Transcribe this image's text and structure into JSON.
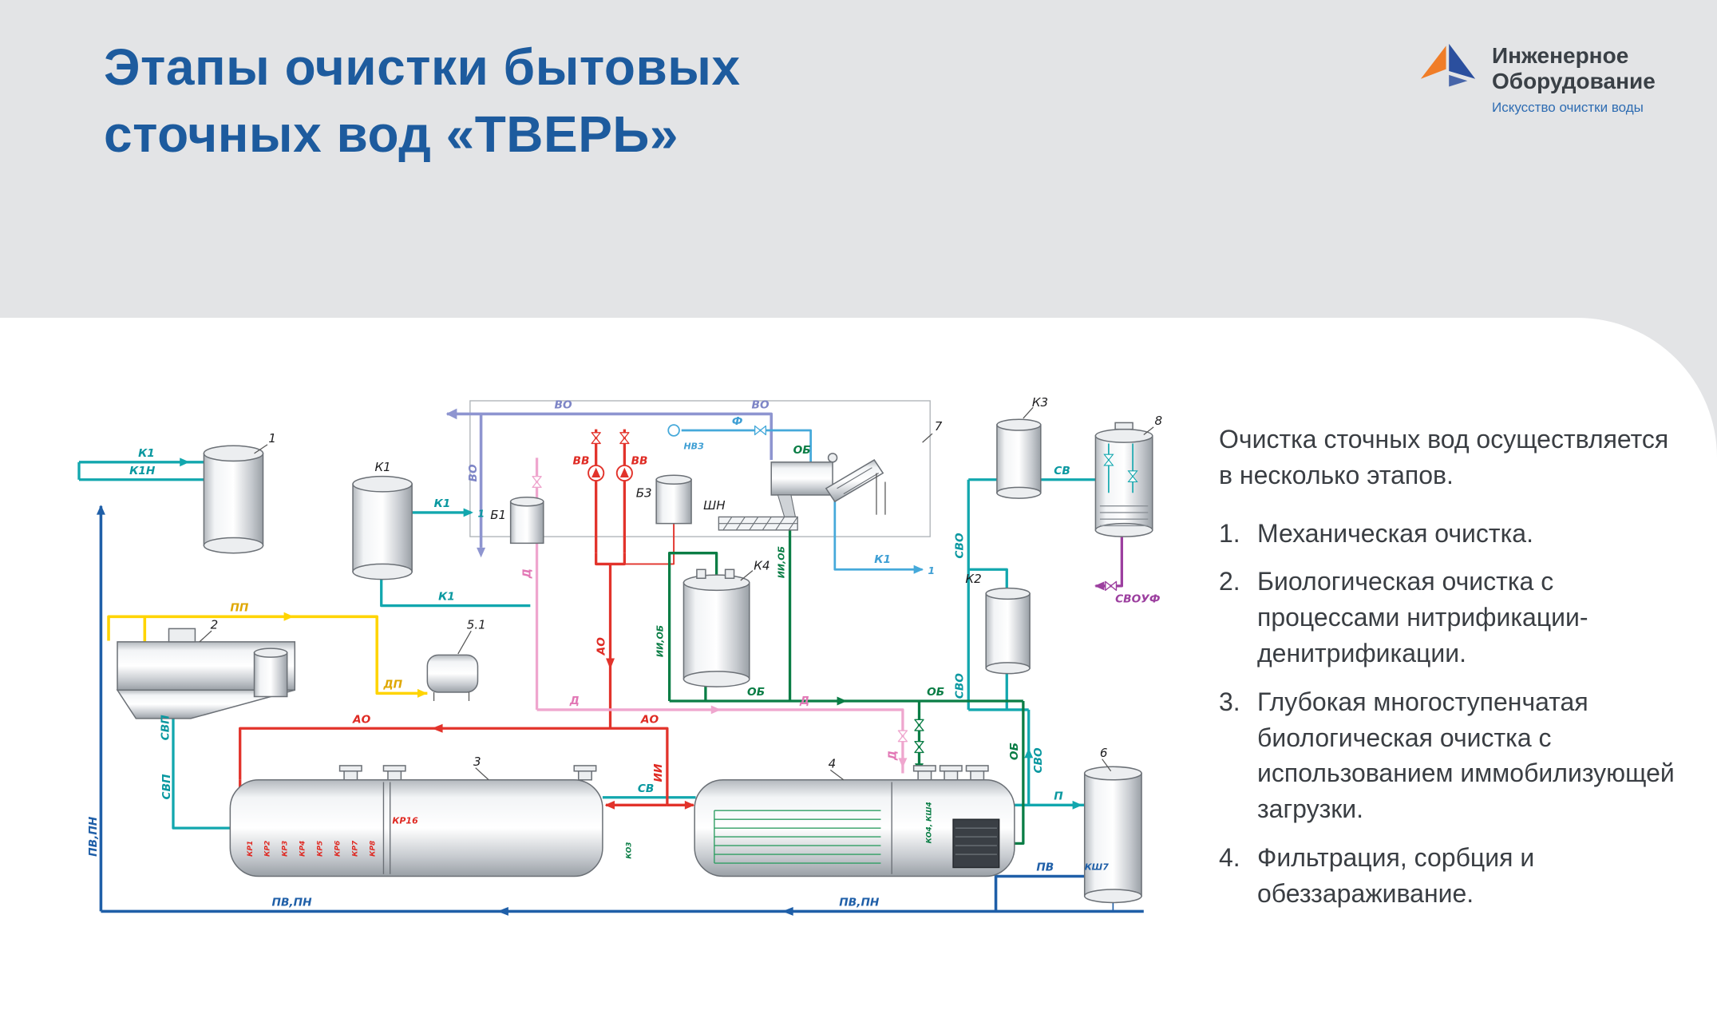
{
  "header": {
    "title_line1": "Этапы очистки бытовых",
    "title_line2": "сточных вод «ТВЕРЬ»",
    "logo": {
      "name_line1": "Инженерное",
      "name_line2": "Оборудование",
      "tagline": "Искусство очистки воды"
    }
  },
  "panel": {
    "intro": "Очистка сточных вод осуществляется в несколько этапов.",
    "steps": [
      {
        "num": "1.",
        "text": "Механическая очистка."
      },
      {
        "num": "2.",
        "text": "Биологическая очистка с процессами нитрификации-денитрификации."
      },
      {
        "num": "3.",
        "text": "Глубокая многоступенчатая биологическая очистка с использованием иммобилизующей загрузки."
      },
      {
        "num": "4.",
        "text": "Фильтрация, сорбция и обеззараживание."
      }
    ]
  },
  "diagram": {
    "pipe_labels": {
      "k1": "К1",
      "k1n": "К1Н",
      "pp": "ПП",
      "dp": "ДП",
      "svp": "СВП",
      "sv": "СВ",
      "svo": "СВО",
      "svouf": "СВОУФ",
      "p": "П",
      "pv": "ПВ",
      "pv_pn": "ПВ,ПН",
      "ao": "АО",
      "ii": "ИИ",
      "ii_ob": "ИИ,ОБ",
      "d": "Д",
      "ob": "ОБ",
      "vo": "ВО",
      "vv": "ВВ",
      "f": "Ф",
      "dest_1": "1"
    },
    "equipment_labels": {
      "n1": "1",
      "n2": "2",
      "n3": "3",
      "n4": "4",
      "n51": "5.1",
      "n6": "6",
      "n7": "7",
      "n8": "8",
      "k1": "К1",
      "k2": "К2",
      "k3": "К3",
      "k4": "К4",
      "b1": "Б1",
      "b3": "Б3",
      "ob": "ОБ",
      "shn": "ШН",
      "nvz": "НВЗ",
      "kr16": "КР16",
      "ksh7": "КШ7",
      "ko3": "КО3",
      "ko4_ksh4": "КО4, КШ4"
    },
    "kr_valves": [
      "КР1",
      "КР2",
      "КР3",
      "КР4",
      "КР5",
      "КР6",
      "КР7",
      "КР8"
    ]
  },
  "colors": {
    "title_blue": "#1d5b9e",
    "logo_orange": "#f07d28",
    "logo_blue": "#2b4f9e",
    "tagline_blue": "#2e6cb2",
    "header_gray": "#e3e4e6",
    "pipe_teal": "#12a7ae",
    "pipe_blue": "#1f5fa8",
    "pipe_red": "#e2332b",
    "pipe_yellow": "#ffd400",
    "pipe_pink": "#efa6ce",
    "pipe_green": "#0a7d45",
    "pipe_periwinkle": "#8e95d0",
    "pipe_lightblue": "#45a9da",
    "pipe_purple": "#9c3f9f"
  }
}
